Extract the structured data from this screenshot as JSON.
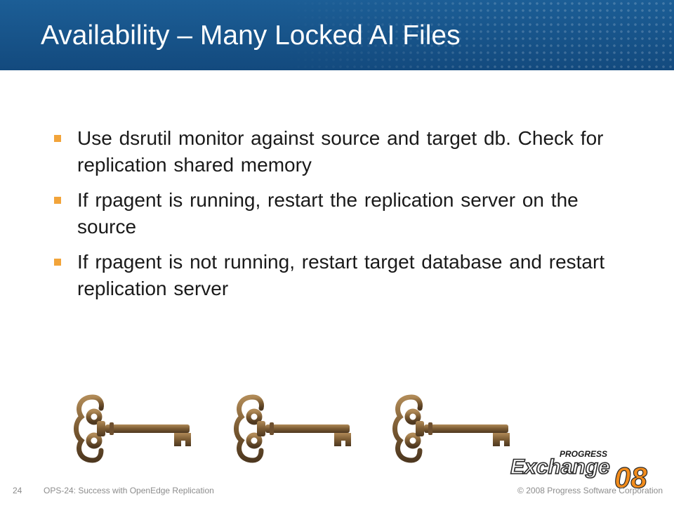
{
  "title": "Availability – Many Locked AI Files",
  "bullets": [
    "Use dsrutil monitor against source and target db.  Check for replication shared memory",
    "If rpagent is running, restart the replication server on the source",
    "If rpagent is not running, restart target database and restart replication server"
  ],
  "images": {
    "keys": [
      "key-icon",
      "key-icon",
      "key-icon"
    ],
    "logo": {
      "brand": "PROGRESS",
      "event": "Exchange",
      "year": "08"
    }
  },
  "footer": {
    "page_number": "24",
    "session": "OPS-24: Success with OpenEdge Replication",
    "copyright": "© 2008 Progress Software Corporation"
  },
  "colors": {
    "header": "#1c5e96",
    "bullet_marker": "#f2a43a",
    "key_bronze": "#8a6a3e",
    "logo_orange": "#f28c1c"
  }
}
